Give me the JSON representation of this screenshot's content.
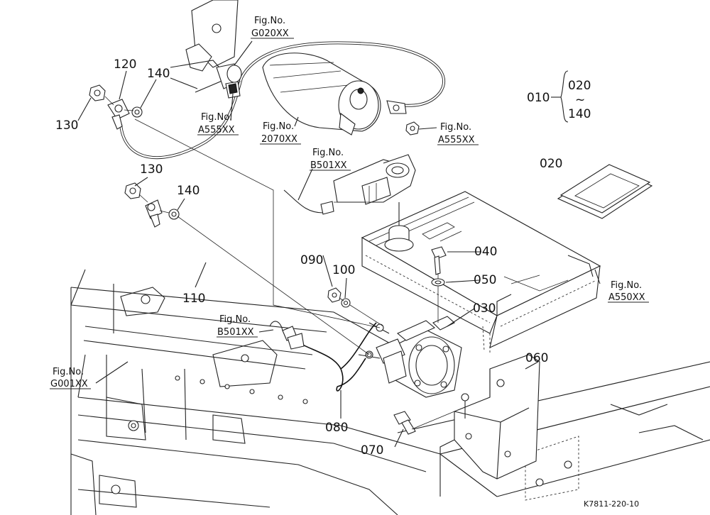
{
  "parts": {
    "p010": "010",
    "p020a": "020",
    "tilde": "~",
    "p140a": "140",
    "p020": "020",
    "p030": "030",
    "p040": "040",
    "p050": "050",
    "p060": "060",
    "p070": "070",
    "p080": "080",
    "p090": "090",
    "p100": "100",
    "p110": "110",
    "p120": "120",
    "p130a": "130",
    "p140b": "140",
    "p130b": "130",
    "p140c": "140"
  },
  "refs": {
    "g020": {
      "l1": "Fig.No.",
      "l2": "G020XX"
    },
    "a555_left": {
      "l1": "Fig.No.",
      "l2": "A555XX"
    },
    "f2070": {
      "l1": "Fig.No.",
      "l2": "2070XX"
    },
    "a555_right": {
      "l1": "Fig.No.",
      "l2": "A555XX"
    },
    "b501_top": {
      "l1": "Fig.No.",
      "l2": "B501XX"
    },
    "b501_mid": {
      "l1": "Fig.No.",
      "l2": "B501XX"
    },
    "a550": {
      "l1": "Fig.No.",
      "l2": "A550XX"
    },
    "g001": {
      "l1": "Fig.No.",
      "l2": "G001XX"
    }
  },
  "caption": "K7811-220-10"
}
